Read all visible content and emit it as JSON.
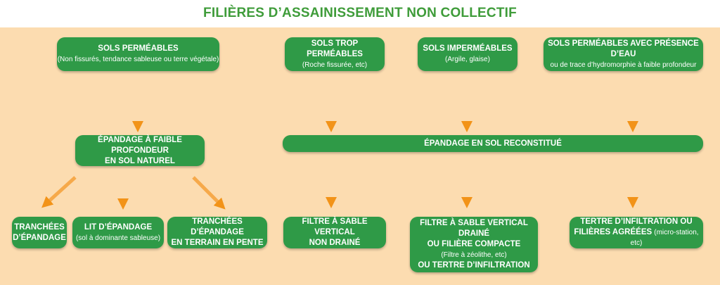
{
  "title": "FILIÈRES D’ASSAINISSEMENT NON COLLECTIF",
  "soils": [
    {
      "title": "SOLS PERMÉABLES",
      "sub": "(Non fissurés, tendance sableuse ou terre végétale)"
    },
    {
      "title": "SOLS TROP PERMÉABLES",
      "sub": "(Roche fissurée, etc)"
    },
    {
      "title": "SOLS IMPERMÉABLES",
      "sub": "(Argile, glaise)"
    },
    {
      "title": "SOLS PERMÉABLES AVEC PRÉSENCE D’EAU",
      "sub": "ou de trace d’hydromorphie à faible profondeur"
    }
  ],
  "middle": {
    "shallow_line1": "ÉPANDAGE À FAIBLE PROFONDEUR",
    "shallow_line2": "EN SOL NATUREL",
    "reconstituted": "ÉPANDAGE EN SOL RECONSTITUÉ"
  },
  "outputs": {
    "tranchees_line1": "TRANCHÉES",
    "tranchees_line2": "D’ÉPANDAGE",
    "lit_title": "LIT D’ÉPANDAGE",
    "lit_sub": "(sol à dominante sableuse)",
    "pente_line1": "TRANCHÉES D’ÉPANDAGE",
    "pente_line2": "EN TERRAIN EN PENTE",
    "filtre_line1": "FILTRE À SABLE VERTICAL",
    "filtre_line2": "NON DRAINÉ",
    "draine_line1": "FILTRE À SABLE VERTICAL DRAINÉ",
    "draine_line2": "OU FILIÈRE COMPACTE",
    "draine_sub": "(Filtre à zéolithe, etc)",
    "draine_line3": "OU TERTRE D’INFILTRATION",
    "tertre_line1": "TERTRE D’INFILTRATION OU",
    "tertre_line2": "FILIÈRES AGRÉÉES",
    "tertre_sub": "(micro-station, etc)"
  }
}
